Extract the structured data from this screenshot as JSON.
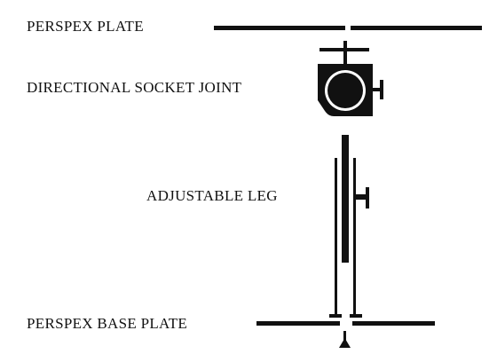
{
  "labels": {
    "top_plate": "PERSPEX PLATE",
    "socket_joint": "DIRECTIONAL SOCKET JOINT",
    "leg": "ADJUSTABLE LEG",
    "base_plate": "PERSPEX BASE PLATE"
  },
  "colors": {
    "ink": "#111111",
    "background": "#ffffff"
  }
}
